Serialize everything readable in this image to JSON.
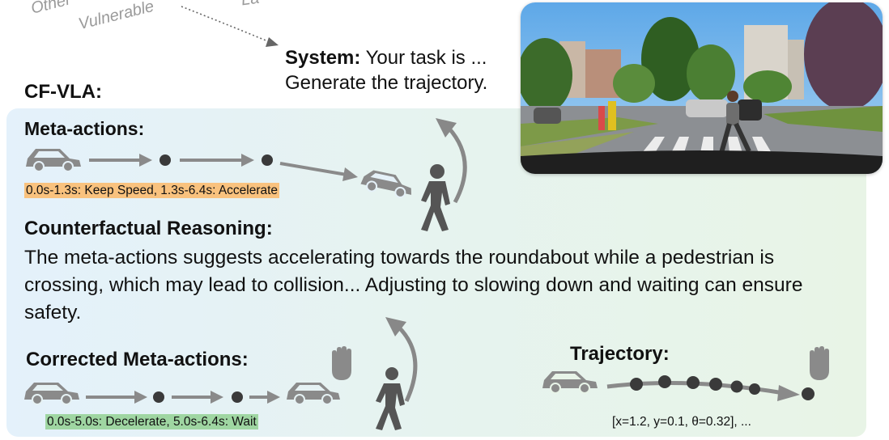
{
  "faded_labels": [
    "Other",
    "Vulnerable",
    "La"
  ],
  "system": {
    "label": "System:",
    "text": " Your task is ...",
    "line2": "Generate the trajectory."
  },
  "title": "CF-VLA:",
  "meta_actions": {
    "heading": "Meta-actions:",
    "caption": "0.0s-1.3s: Keep Speed, 1.3s-6.4s: Accelerate"
  },
  "reasoning": {
    "heading": "Counterfactual Reasoning:",
    "text": "The meta-actions suggests accelerating towards the roundabout while a pedestrian is crossing, which may lead to collision... Adjusting to slowing down and waiting can ensure safety."
  },
  "corrected": {
    "heading": "Corrected Meta-actions:",
    "caption": "0.0s-5.0s: Decelerate, 5.0s-6.4s: Wait"
  },
  "trajectory": {
    "heading": "Trajectory:",
    "caption": "[x=1.2, y=0.1, θ=0.32], ..."
  },
  "colors": {
    "icon_gray": "#8a8a8a",
    "dot_dark": "#3a3a3a",
    "orange_highlight": "#f9c27e",
    "green_highlight": "#9fd6a2"
  },
  "icons": [
    "car-icon",
    "pedestrian-icon",
    "stop-hand-icon",
    "curved-arrow-icon"
  ]
}
